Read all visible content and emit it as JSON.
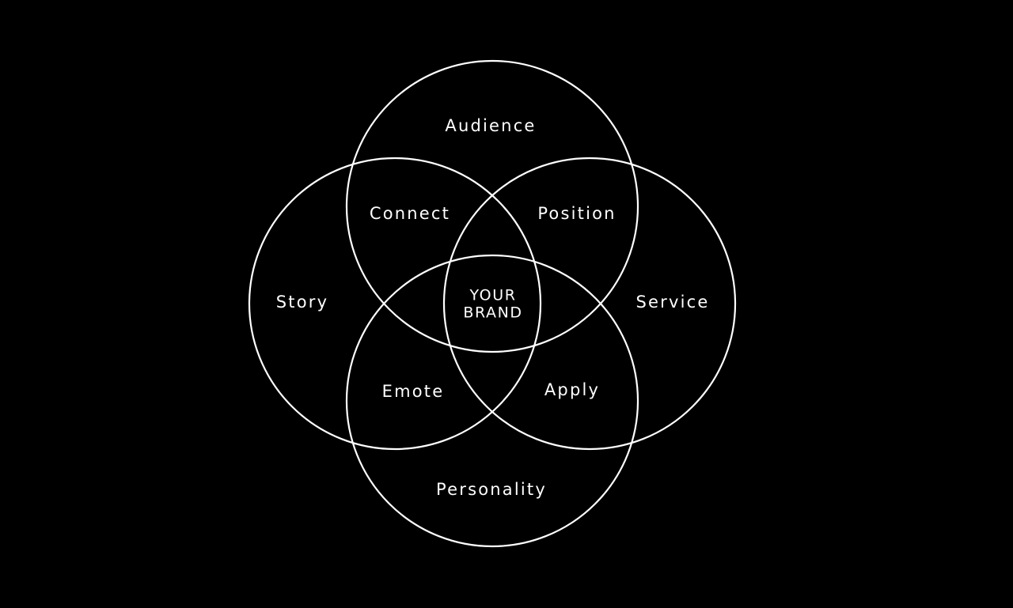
{
  "colors": {
    "background": "#000000",
    "line": "#ffffff",
    "text": "#ffffff"
  },
  "diagram": {
    "outer_labels": {
      "top": "Audience",
      "left": "Story",
      "right": "Service",
      "bottom": "Personality"
    },
    "overlap_labels": {
      "top_left": "Connect",
      "top_right": "Position",
      "bottom_left": "Emote",
      "bottom_right": "Apply"
    },
    "center": {
      "line1": "YOUR",
      "line2": "BRAND"
    }
  }
}
